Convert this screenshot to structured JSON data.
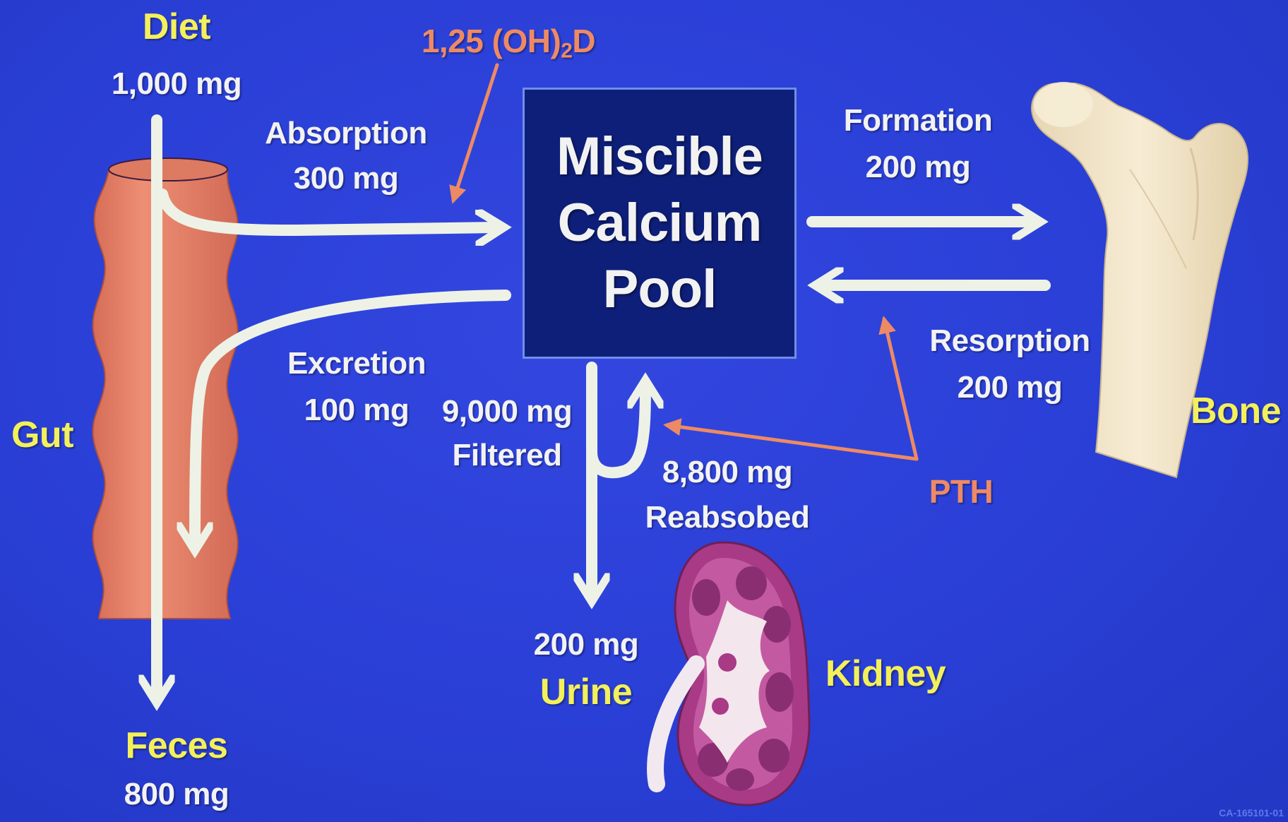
{
  "pool": {
    "line1": "Miscible",
    "line2": "Calcium",
    "line3": "Pool"
  },
  "diet": {
    "title": "Diet",
    "amount": "1,000 mg"
  },
  "absorption": {
    "label": "Absorption",
    "amount": "300 mg"
  },
  "vitamin_d": {
    "prefix": "1,25 (OH)",
    "subscript": "2",
    "suffix": "D"
  },
  "excretion": {
    "label": "Excretion",
    "amount": "100 mg"
  },
  "gut": {
    "label": "Gut"
  },
  "feces": {
    "label": "Feces",
    "amount": "800 mg"
  },
  "filtered": {
    "amount": "9,000 mg",
    "label": "Filtered"
  },
  "reabsorbed": {
    "amount": "8,800 mg",
    "label": "Reabsobed"
  },
  "urine": {
    "amount": "200 mg",
    "label": "Urine"
  },
  "kidney": {
    "label": "Kidney"
  },
  "formation": {
    "label": "Formation",
    "amount": "200 mg"
  },
  "resorption": {
    "label": "Resorption",
    "amount": "200 mg"
  },
  "bone": {
    "label": "Bone"
  },
  "pth": {
    "label": "PTH"
  },
  "corner_code": "CA-165101-01",
  "colors": {
    "background": "#2a3fd6",
    "pool_fill": "#0e1f7a",
    "pool_border": "#6f8fe8",
    "flow_arrow": "#eef2e6",
    "hormone_arrow": "#ee8a63",
    "organ_label": "#f3f05a",
    "gut": "#e5826a",
    "bone": "#f1e4c8",
    "kidney": "#a83a86"
  },
  "icons": [
    "gut-illustration",
    "bone-illustration",
    "kidney-illustration"
  ]
}
